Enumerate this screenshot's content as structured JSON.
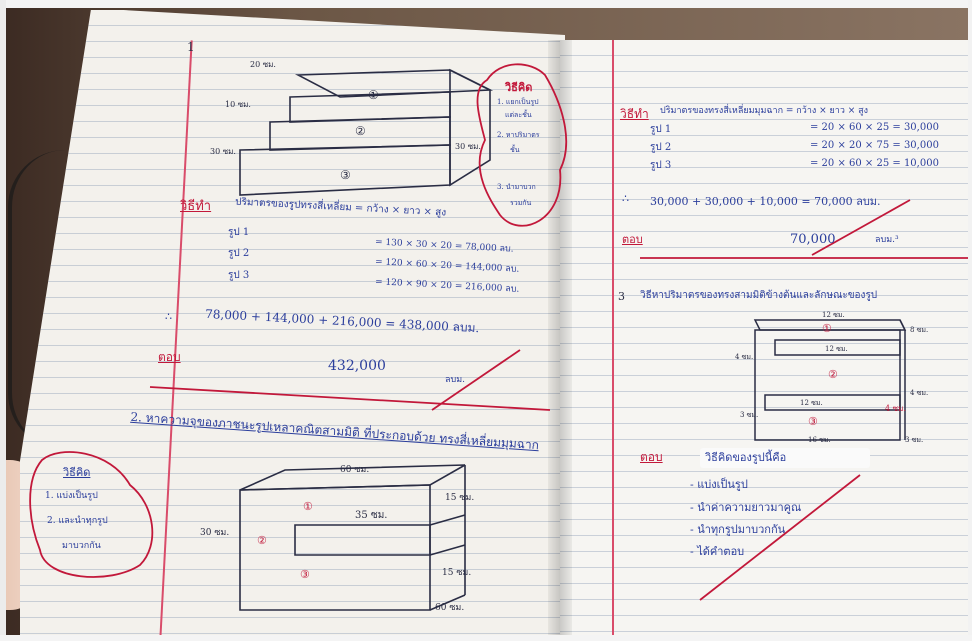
{
  "photo": {
    "description_free": true,
    "colors": {
      "blue_ink": "#2b3e9c",
      "red_ink": "#c2183a",
      "pencil": "#2a2d44",
      "margin": "#d94c6a"
    }
  },
  "left_page": {
    "problem1_number": "1",
    "stairs": {
      "dims": [
        "20 ซม.",
        "10 ซม.",
        "30 ซม.",
        "30 ซม."
      ],
      "blocks": [
        "①",
        "②",
        "③"
      ]
    },
    "bubble_title": "วิธีคิด",
    "bubble_lines": [
      "1. แยกเป็นรูป",
      "แต่ละชั้น",
      "2. หาปริมาตร",
      "ชั้น",
      "3. นำมาบวก",
      "รวมกัน"
    ],
    "solution_label": "วิธีทำ",
    "solution_heading": "ปริมาตรของรูปทรงสี่เหลี่ยม = กว้าง × ยาว × สูง",
    "rows": [
      {
        "label": "รูป 1",
        "expr": "= 130 × 30 × 20 = 78,000 ลบ."
      },
      {
        "label": "รูป 2",
        "expr": "= 120 × 60 × 20 = 144,000 ลบ."
      },
      {
        "label": "รูป 3",
        "expr": "= 120 × 90 × 20 = 216,000 ลบ."
      }
    ],
    "therefore": "∴",
    "sum": "78,000 + 144,000 + 216,000 = 438,000 ลบม.",
    "answer_label": "ตอบ",
    "answer_value": "432,000",
    "answer_unit": "ลบม.",
    "problem2": "2. หาความจุของภาชนะรูปเหลาคณิตสามมิติ ที่ประกอบด้วย ทรงสี่เหลี่ยมมุมฉาก",
    "dim_top": "60 ซม.",
    "dim_mid": "35 ซม.",
    "dim_left": "30 ซม.",
    "dim_r1": "15 ซม.",
    "dim_r2": "15 ซม.",
    "dim_bottom": "60 ซม.",
    "shape_labels": [
      "①",
      "②",
      "③"
    ],
    "method_title": "วิธีคิด",
    "method_lines": [
      "1. แบ่งเป็นรูป",
      "2. และนำทุกรูป",
      "มาบวกกัน"
    ]
  },
  "right_page": {
    "solution_label": "วิธีทำ",
    "heading": "ปริมาตรของทรงสี่เหลี่ยมมุมฉาก = กว้าง × ยาว × สูง",
    "rows": [
      {
        "label": "รูป 1",
        "expr": "= 20 × 60 × 25 = 30,000"
      },
      {
        "label": "รูป 2",
        "expr": "= 20 × 20 × 75 = 30,000"
      },
      {
        "label": "รูป 3",
        "expr": "= 20 × 60 × 25 = 10,000"
      }
    ],
    "therefore": "∴",
    "sum": "30,000 + 30,000 + 10,000 = 70,000 ลบม.",
    "answer_label": "ตอบ",
    "answer_value": "70,000",
    "answer_unit": "ลบม.³",
    "problem3_number": "3",
    "problem3": "วิธีหาปริมาตรของทรงสามมิติข้างต้นและลักษณะของรูป",
    "fig_dims": [
      "12 ซม.",
      "8 ซม.",
      "12 ซม.",
      "4 ซม.",
      "4 ซม.",
      "12 ซม.",
      "3 ซม.",
      "16 ซม.",
      "3 ซม.",
      "4 ซม."
    ],
    "fig_labels": [
      "①",
      "②",
      "③"
    ],
    "answer_label2": "ตอบ",
    "steps_title": "วิธีคิดของรูปนี้คือ",
    "steps": [
      "- แบ่งเป็นรูป",
      "- นำค่าความยาวมาคูณ",
      "- นำทุกรูปมาบวกกัน",
      "- ได้คำตอบ"
    ]
  }
}
